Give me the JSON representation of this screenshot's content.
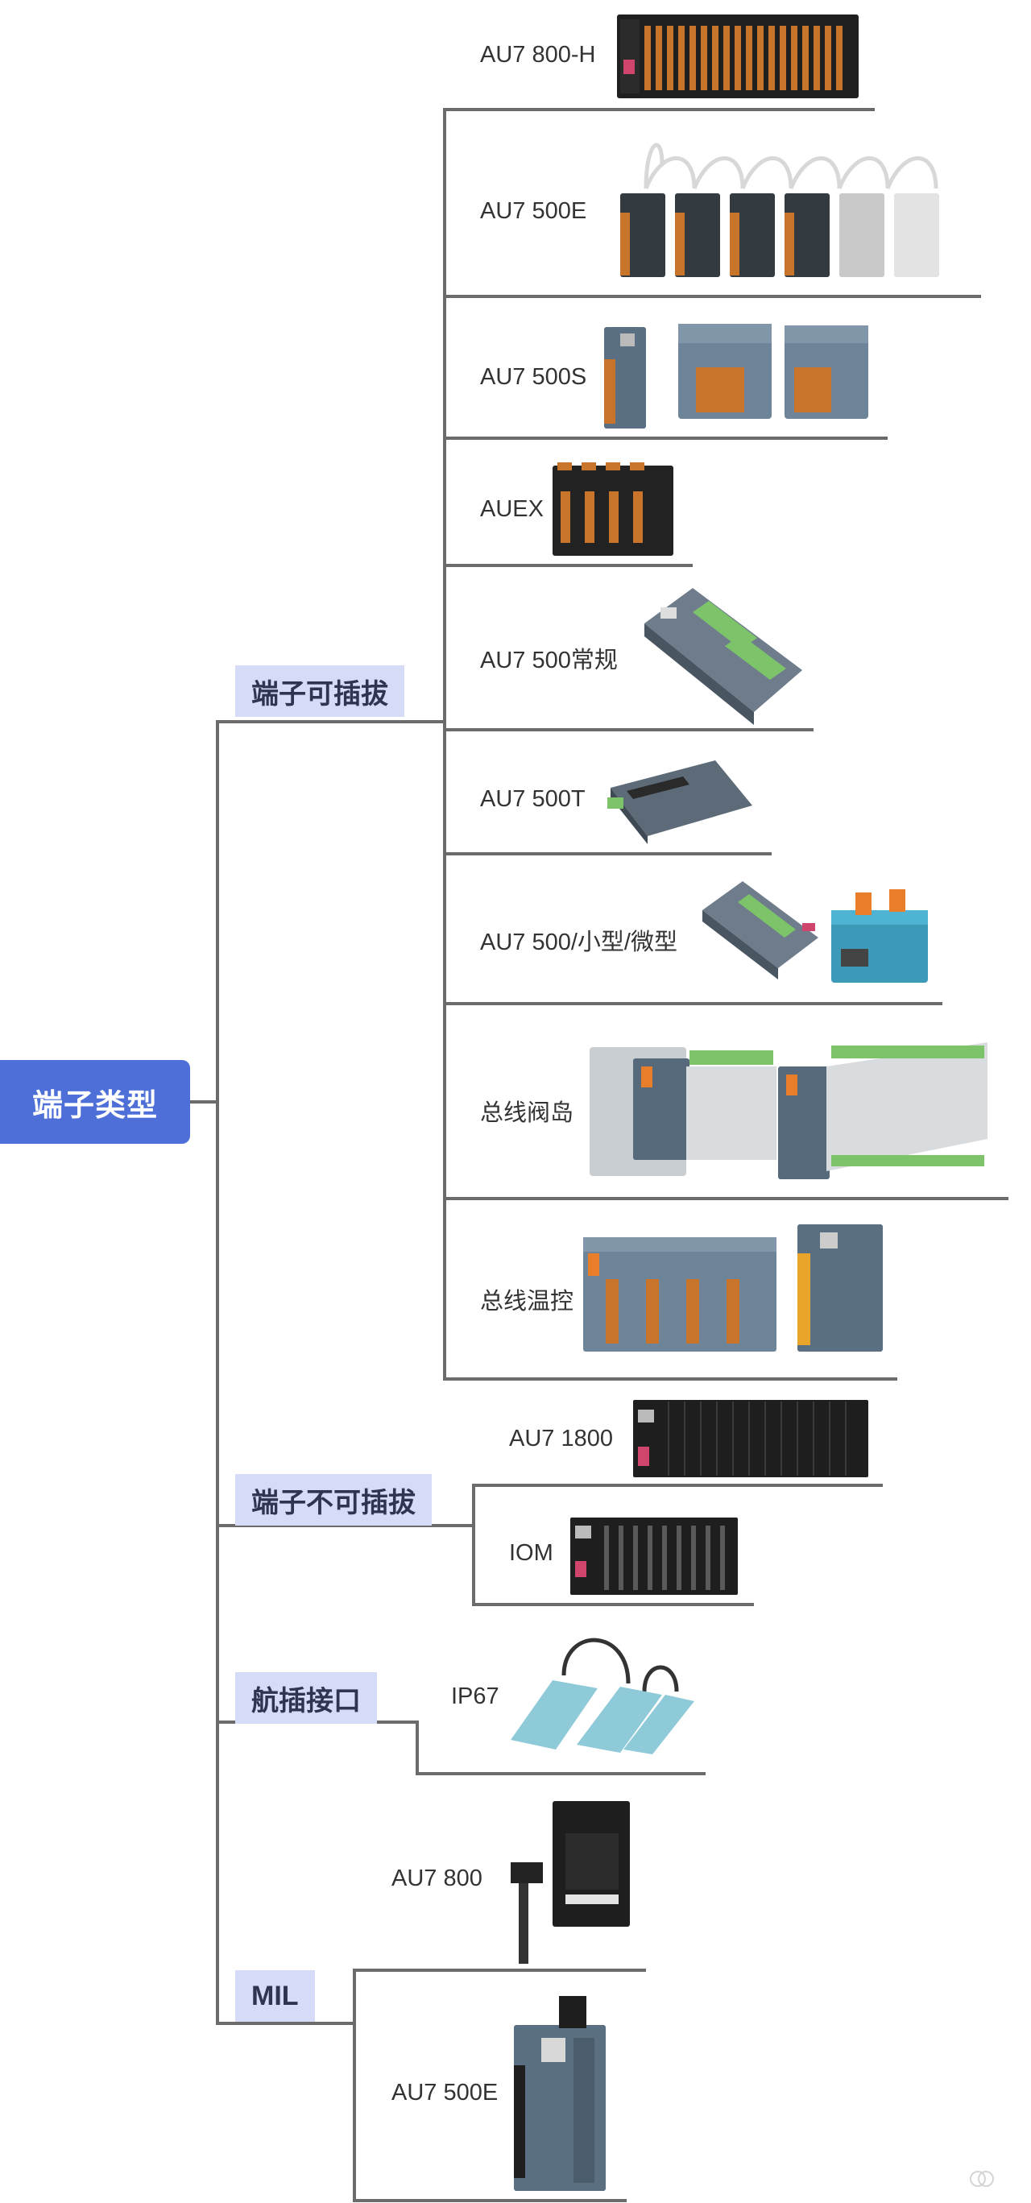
{
  "root": {
    "label": "端子类型"
  },
  "branches": [
    {
      "label": "端子可插拔",
      "children": [
        "AU7 800-H",
        "AU7 500E",
        "AU7 500S",
        "AUEX",
        "AU7 500常规",
        "AU7 500T",
        "AU7 500/小型/微型",
        "总线阀岛",
        "总线温控"
      ]
    },
    {
      "label": "端子不可插拔",
      "children": [
        "AU7 1800",
        "IOM"
      ]
    },
    {
      "label": "航插接口",
      "children": [
        "IP67"
      ]
    },
    {
      "label": "MIL",
      "children": [
        "AU7 800",
        "AU7 500E"
      ]
    }
  ]
}
